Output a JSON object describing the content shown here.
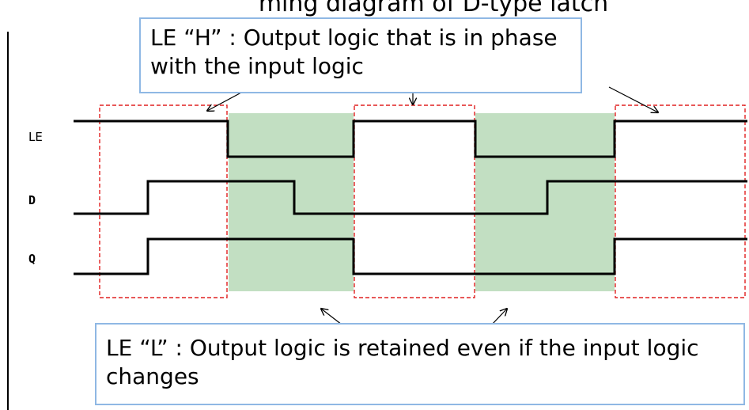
{
  "header": {
    "partial_title": "ming diagram of D-type latch"
  },
  "signals": [
    {
      "name": "LE",
      "style": "normal"
    },
    {
      "name": "D",
      "style": "bold"
    },
    {
      "name": "Q",
      "style": "bold"
    }
  ],
  "callouts": {
    "le_high": "LE “H” : Output logic that is in phase with the input logic",
    "le_low": "LE “L” : Output logic is retained even if the input logic changes"
  },
  "colors": {
    "hold_fill": "#c2dfc2",
    "window_border": "#e02020",
    "callout_border": "#8fb8e4",
    "trace": "#000000"
  }
}
